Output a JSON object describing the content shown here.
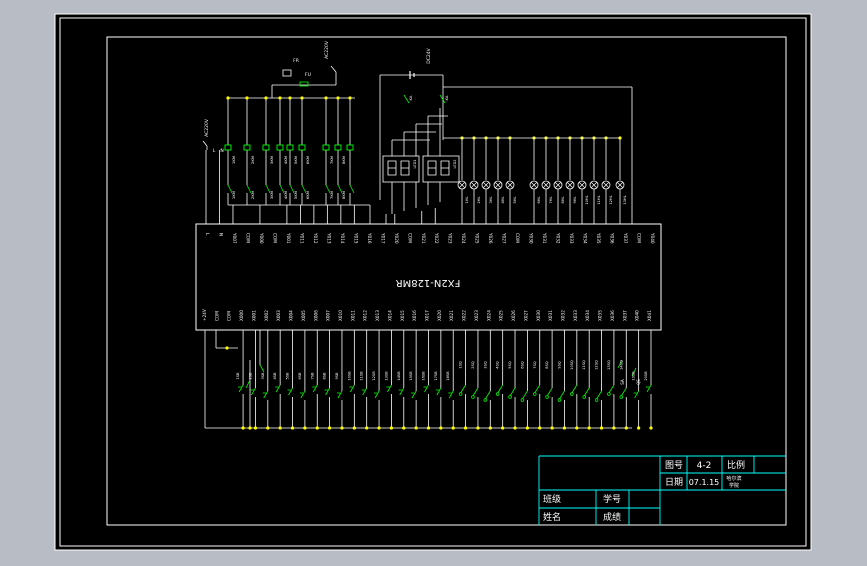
{
  "colors": {
    "background_outer": "#b8bcc4",
    "sheet": "#000000",
    "frame": "#ffffff",
    "wire": "#ffffff",
    "junction": "#ffff00",
    "device": "#00ff00",
    "title_block": "#00ffff",
    "title_text": "#ffffff",
    "label_text": "#ffffff"
  },
  "plc": {
    "model": "FX2N-128MR",
    "top_terminals": [
      "L",
      "N",
      "Y007",
      "COM",
      "Y000",
      "COM",
      "Y001",
      "Y011",
      "Y012",
      "Y013",
      "Y014",
      "Y015",
      "Y016",
      "Y017",
      "Y020",
      "COM",
      "Y021",
      "Y022",
      "Y023",
      "Y024",
      "Y025",
      "Y026",
      "Y027",
      "COM",
      "Y030",
      "Y031",
      "Y032",
      "Y033",
      "Y034",
      "Y035",
      "Y036",
      "Y037",
      "COM",
      "Y040"
    ],
    "bottom_terminals": [
      "+24V",
      "COM",
      "COM",
      "X000",
      "X001",
      "X002",
      "X003",
      "X004",
      "X005",
      "X006",
      "X007",
      "X010",
      "X011",
      "X012",
      "X013",
      "X014",
      "X015",
      "X016",
      "X017",
      "X020",
      "X021",
      "X022",
      "X023",
      "X024",
      "X025",
      "X026",
      "X027",
      "X030",
      "X031",
      "X032",
      "X033",
      "X034",
      "X035",
      "X036",
      "X037",
      "X040",
      "X041"
    ]
  },
  "power": {
    "ac_input": "AC220V",
    "ac_supply": "AC220V",
    "dc_supply": "DC24V",
    "fuse": "FU",
    "fr": "FR",
    "l_label": "L",
    "n_label": "N",
    "ka_labels": [
      "KA",
      "KA"
    ]
  },
  "outputs": {
    "relay_labels": [
      "1KM",
      "2KM",
      "3KM",
      "4KM",
      "5KM",
      "6KM",
      "7KM",
      "8KM"
    ],
    "display_labels": [
      "LED1",
      "LED2"
    ],
    "lamp_labels": [
      "1HL",
      "2HL",
      "3HL",
      "4HL",
      "5HL",
      "6HL",
      "7HL",
      "8HL",
      "9HL",
      "10HL",
      "11HL",
      "12HL",
      "13HL",
      "14HL",
      "15HL"
    ]
  },
  "inputs": {
    "button_labels": [
      "1SB",
      "2SB",
      "3SB",
      "4SB",
      "5SB",
      "6SB",
      "7SB",
      "8SB",
      "9SB",
      "10SB",
      "11SB",
      "12SB",
      "13SB",
      "14SB",
      "15SB",
      "16SB",
      "17SB",
      "18SB",
      "19SB",
      "20SB",
      "21SB",
      "22SB",
      "23SB",
      "24SB",
      "25SB",
      "26SB",
      "27SB",
      "28SB",
      "29SB",
      "30SB",
      "31SB",
      "32SB",
      "33SB",
      "34SB"
    ],
    "limit_labels": [
      "1SQ",
      "2SQ",
      "3SQ",
      "4SQ",
      "5SQ",
      "6SQ",
      "7SQ",
      "8SQ",
      "9SQ",
      "10SQ",
      "11SQ",
      "12SQ",
      "13SQ",
      "14SQ"
    ],
    "switch_labels": [
      "SA",
      "QS"
    ]
  },
  "title_block": {
    "drawing_no_label": "图号",
    "drawing_no": "4-2",
    "scale_label": "比例",
    "date_label": "日期",
    "date": "07.1.15",
    "school_line1": "哈尔滨",
    "school_line2": "学院",
    "class_label": "班级",
    "student_no_label": "学号",
    "name_label": "姓名",
    "score_label": "成绩"
  }
}
